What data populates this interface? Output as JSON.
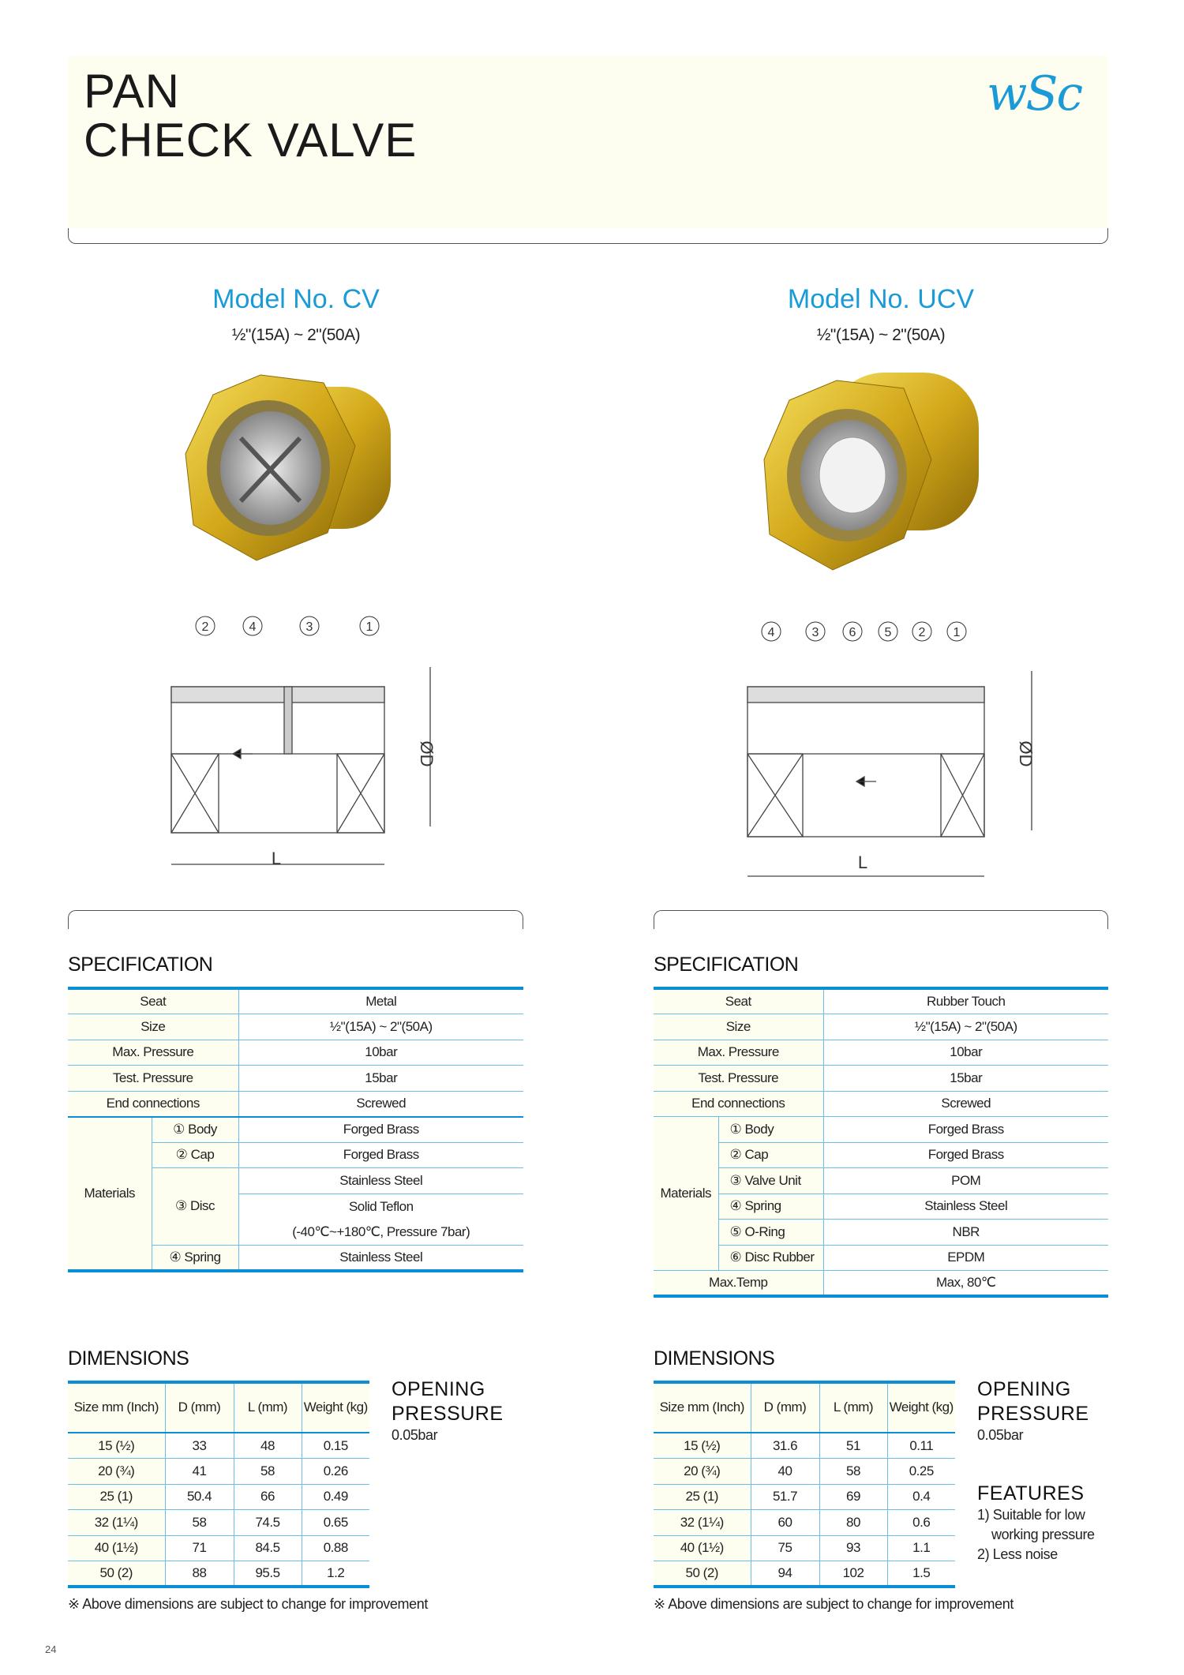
{
  "header": {
    "title_line1": "PAN",
    "title_line2": "CHECK VALVE",
    "logo": "wSc"
  },
  "products": [
    {
      "model": "Model No. CV",
      "range": "½\"(15A) ~ 2\"(50A)",
      "callouts": [
        "2",
        "4",
        "3",
        "1"
      ],
      "dim_labels": {
        "d": "ØD",
        "l": "L"
      },
      "spec_title": "SPECIFICATION",
      "spec": [
        {
          "label": "Seat",
          "value": "Metal"
        },
        {
          "label": "Size",
          "value": "½\"(15A) ~ 2\"(50A)"
        },
        {
          "label": "Max. Pressure",
          "value": "10bar"
        },
        {
          "label": "Test. Pressure",
          "value": "15bar"
        },
        {
          "label": "End connections",
          "value": "Screwed"
        }
      ],
      "materials_label": "Materials",
      "materials": [
        {
          "part": "① Body",
          "value": "Forged Brass"
        },
        {
          "part": "② Cap",
          "value": "Forged Brass"
        },
        {
          "part": "③ Disc",
          "values": [
            "Stainless Steel",
            "Solid Teflon",
            "(-40℃~+180℃, Pressure 7bar)"
          ]
        },
        {
          "part": "④ Spring",
          "value": "Stainless Steel"
        }
      ],
      "dim_title": "DIMENSIONS",
      "dim_headers": [
        "Size mm (Inch)",
        "D (mm)",
        "L (mm)",
        "Weight (kg)"
      ],
      "dims": [
        [
          "15 (½)",
          "33",
          "48",
          "0.15"
        ],
        [
          "20 (¾)",
          "41",
          "58",
          "0.26"
        ],
        [
          "25 (1)",
          "50.4",
          "66",
          "0.49"
        ],
        [
          "32 (1¼)",
          "58",
          "74.5",
          "0.65"
        ],
        [
          "40 (1½)",
          "71",
          "84.5",
          "0.88"
        ],
        [
          "50 (2)",
          "88",
          "95.5",
          "1.2"
        ]
      ],
      "opening_title_1": "OPENING",
      "opening_title_2": "PRESSURE",
      "opening_value": "0.05bar",
      "note": "※ Above dimensions are subject to change for improvement"
    },
    {
      "model": "Model No. UCV",
      "range": "½\"(15A) ~ 2\"(50A)",
      "callouts": [
        "4",
        "3",
        "6",
        "5",
        "2",
        "1"
      ],
      "dim_labels": {
        "d": "ØD",
        "l": "L"
      },
      "spec_title": "SPECIFICATION",
      "spec": [
        {
          "label": "Seat",
          "value": "Rubber Touch"
        },
        {
          "label": "Size",
          "value": "½\"(15A) ~ 2\"(50A)"
        },
        {
          "label": "Max. Pressure",
          "value": "10bar"
        },
        {
          "label": "Test. Pressure",
          "value": "15bar"
        },
        {
          "label": "End connections",
          "value": "Screwed"
        }
      ],
      "materials_label": "Materials",
      "materials": [
        {
          "part": "① Body",
          "value": "Forged Brass"
        },
        {
          "part": "② Cap",
          "value": "Forged Brass"
        },
        {
          "part": "③ Valve Unit",
          "value": "POM"
        },
        {
          "part": "④ Spring",
          "value": "Stainless Steel"
        },
        {
          "part": "⑤ O-Ring",
          "value": "NBR"
        },
        {
          "part": "⑥ Disc Rubber",
          "value": "EPDM"
        }
      ],
      "max_temp": {
        "label": "Max.Temp",
        "value": "Max, 80℃"
      },
      "dim_title": "DIMENSIONS",
      "dim_headers": [
        "Size mm (Inch)",
        "D (mm)",
        "L (mm)",
        "Weight (kg)"
      ],
      "dims": [
        [
          "15 (½)",
          "31.6",
          "51",
          "0.11"
        ],
        [
          "20 (¾)",
          "40",
          "58",
          "0.25"
        ],
        [
          "25 (1)",
          "51.7",
          "69",
          "0.4"
        ],
        [
          "32 (1¼)",
          "60",
          "80",
          "0.6"
        ],
        [
          "40 (1½)",
          "75",
          "93",
          "1.1"
        ],
        [
          "50 (2)",
          "94",
          "102",
          "1.5"
        ]
      ],
      "opening_title_1": "OPENING",
      "opening_title_2": "PRESSURE",
      "opening_value": "0.05bar",
      "features_title": "FEATURES",
      "features": [
        "1) Suitable for low",
        "working pressure",
        "2) Less noise"
      ],
      "note": "※ Above dimensions are subject to change for improvement"
    }
  ],
  "page_number": "24",
  "colors": {
    "accent": "#1a9ad6",
    "rule": "#0a8fd4",
    "panel": "#fdfdf0"
  }
}
